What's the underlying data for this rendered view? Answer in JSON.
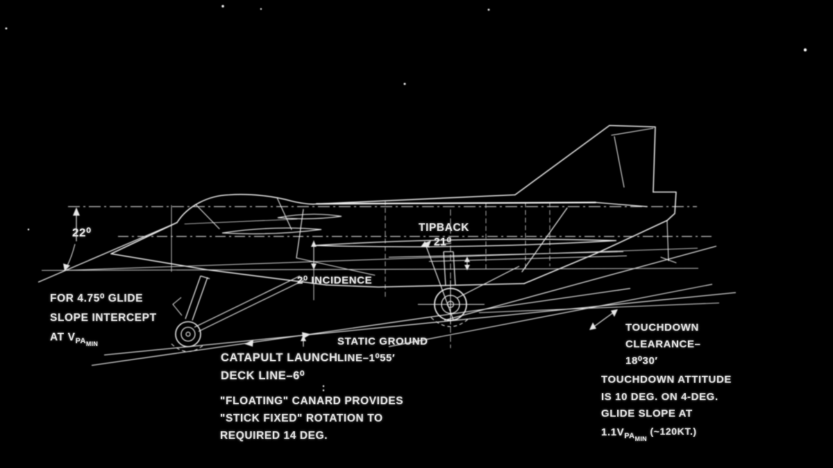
{
  "colors": {
    "background": "#000000",
    "line": "#e8e8e8",
    "text": "#e4e4e4"
  },
  "labels": {
    "angle_22": "22⁰",
    "glide_note": {
      "line1": "FOR 4.75⁰ GLIDE",
      "line2": "SLOPE INTERCEPT",
      "line3_pre": "AT V",
      "line3_sub": "PA",
      "line3_subsub": "MIN"
    },
    "catapult": {
      "line1": "CATAPULT LAUNCH",
      "line2": "DECK LINE–6⁰"
    },
    "incidence": "2⁰ INCIDENCE",
    "static_ground": {
      "line1": "STATIC GROUND",
      "line2": "LINE–1⁰55′"
    },
    "tipback": {
      "line1": "TIPBACK",
      "line2": "21⁰"
    },
    "floating_canard": {
      "line1": "\"FLOATING\" CANARD PROVIDES",
      "line2": "\"STICK FIXED\" ROTATION TO",
      "line3": "REQUIRED 14 DEG."
    },
    "touchdown_clearance": {
      "line1": "TOUCHDOWN",
      "line2": "CLEARANCE–",
      "line3": "18⁰30′"
    },
    "touchdown_attitude": {
      "line1": "TOUCHDOWN ATTITUDE",
      "line2": "IS 10 DEG. ON 4-DEG.",
      "line3": "GLIDE SLOPE AT",
      "line4_pre": "1.1V",
      "line4_sub": "PA",
      "line4_subsub": "MIN",
      "line4_post": "(~120KT.)"
    }
  }
}
